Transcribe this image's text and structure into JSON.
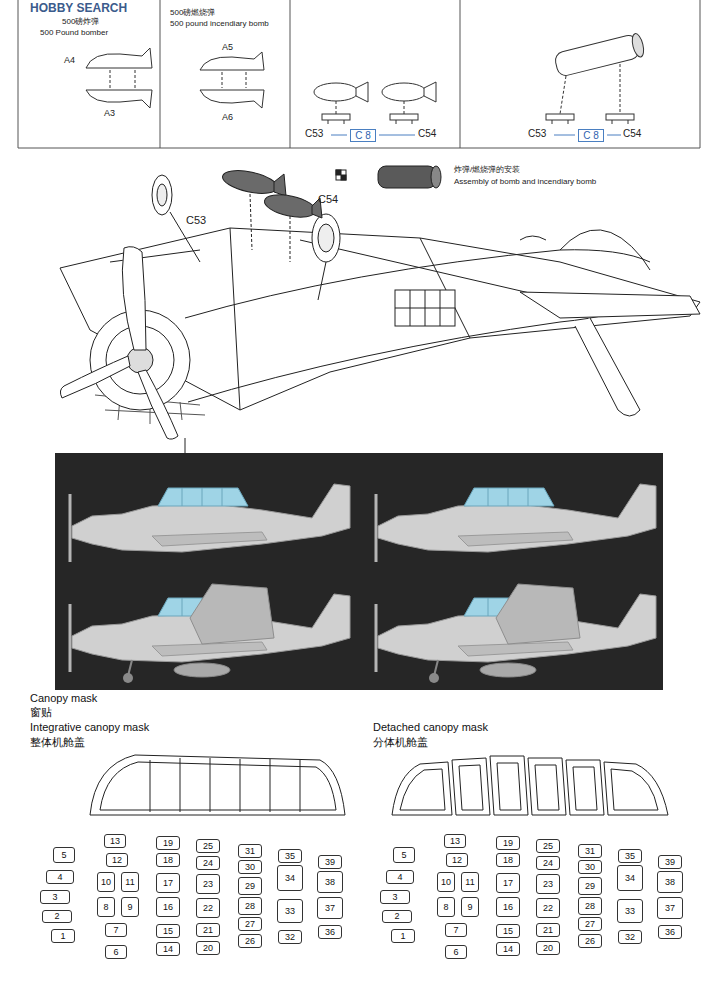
{
  "diagram": {
    "nodes": [
      {
        "text": [
          "C 8"
        ]
      },
      {
        "text": [
          "C 8"
        ]
      },
      {
        "text": [
          "1"
        ]
      },
      {
        "text": [
          "2"
        ]
      },
      {
        "text": [
          "3"
        ]
      },
      {
        "text": [
          "4"
        ]
      },
      {
        "text": [
          "5"
        ]
      },
      {
        "text": [
          "6"
        ]
      },
      {
        "text": [
          "7"
        ]
      },
      {
        "text": [
          "8"
        ]
      },
      {
        "text": [
          "9"
        ]
      },
      {
        "text": [
          "10"
        ]
      },
      {
        "text": [
          "11"
        ]
      },
      {
        "text": [
          "12"
        ]
      },
      {
        "text": [
          "13"
        ]
      },
      {
        "text": [
          "14"
        ]
      },
      {
        "text": [
          "15"
        ]
      },
      {
        "text": [
          "16"
        ]
      },
      {
        "text": [
          "17"
        ]
      },
      {
        "text": [
          "18"
        ]
      },
      {
        "text": [
          "19"
        ]
      },
      {
        "text": [
          "20"
        ]
      },
      {
        "text": [
          "21"
        ]
      },
      {
        "text": [
          "22"
        ]
      },
      {
        "text": [
          "23"
        ]
      },
      {
        "text": [
          "24"
        ]
      },
      {
        "text": [
          "25"
        ]
      },
      {
        "text": [
          "26"
        ]
      },
      {
        "text": [
          "27"
        ]
      },
      {
        "text": [
          "28"
        ]
      },
      {
        "text": [
          "29"
        ]
      },
      {
        "text": [
          "30"
        ]
      },
      {
        "text": [
          "31"
        ]
      },
      {
        "text": [
          "32"
        ]
      },
      {
        "text": [
          "33"
        ]
      },
      {
        "text": [
          "34"
        ]
      },
      {
        "text": [
          "35"
        ]
      },
      {
        "text": [
          "36"
        ]
      },
      {
        "text": [
          "37"
        ]
      },
      {
        "text": [
          "38"
        ]
      },
      {
        "text": [
          "39"
        ]
      },
      {
        "text": [
          "1"
        ]
      },
      {
        "text": [
          "2"
        ]
      },
      {
        "text": [
          "3"
        ]
      },
      {
        "text": [
          "4"
        ]
      },
      {
        "text": [
          "5"
        ]
      },
      {
        "text": [
          "6"
        ]
      },
      {
        "text": [
          "7"
        ]
      },
      {
        "text": [
          "8"
        ]
      },
      {
        "text": [
          "9"
        ]
      },
      {
        "text": [
          "10"
        ]
      },
      {
        "text": [
          "11"
        ]
      },
      {
        "text": [
          "12"
        ]
      },
      {
        "text": [
          "13"
        ]
      },
      {
        "text": [
          "14"
        ]
      },
      {
        "text": [
          "15"
        ]
      },
      {
        "text": [
          "16"
        ]
      },
      {
        "text": [
          "17"
        ]
      },
      {
        "text": [
          "18"
        ]
      },
      {
        "text": [
          "19"
        ]
      },
      {
        "text": [
          "20"
        ]
      },
      {
        "text": [
          "21"
        ]
      },
      {
        "text": [
          "22"
        ]
      },
      {
        "text": [
          "23"
        ]
      },
      {
        "text": [
          "24"
        ]
      },
      {
        "text": [
          "25"
        ]
      },
      {
        "text": [
          "26"
        ]
      },
      {
        "text": [
          "27"
        ]
      },
      {
        "text": [
          "28"
        ]
      },
      {
        "text": [
          "29"
        ]
      },
      {
        "text": [
          "30"
        ]
      },
      {
        "text": [
          "31"
        ]
      },
      {
        "text": [
          "32"
        ]
      },
      {
        "text": [
          "33"
        ]
      },
      {
        "text": [
          "34"
        ]
      },
      {
        "text": [
          "35"
        ]
      },
      {
        "text": [
          "36"
        ]
      },
      {
        "text": [
          "37"
        ]
      },
      {
        "text": [
          "38"
        ]
      },
      {
        "text": [
          "39"
        ]
      }
    ],
    "labels": [
      "HOBBY SEARCH",
      "500磅炸弹",
      "500 Pound bomber",
      "A4",
      "A3",
      "500磅燃烧弹",
      "500 pound incendiary bomb",
      "A5",
      "A6",
      "C53",
      "C54",
      "C53",
      "C54",
      "炸弹/燃烧弹的安装",
      "Assembly of bomb and incendiary bomb",
      "C53",
      "C54",
      "Canopy mask",
      "窗贴",
      "Integrative canopy mask",
      "整体机舱盖",
      "Detached canopy mask",
      "分体机舱盖"
    ]
  }
}
